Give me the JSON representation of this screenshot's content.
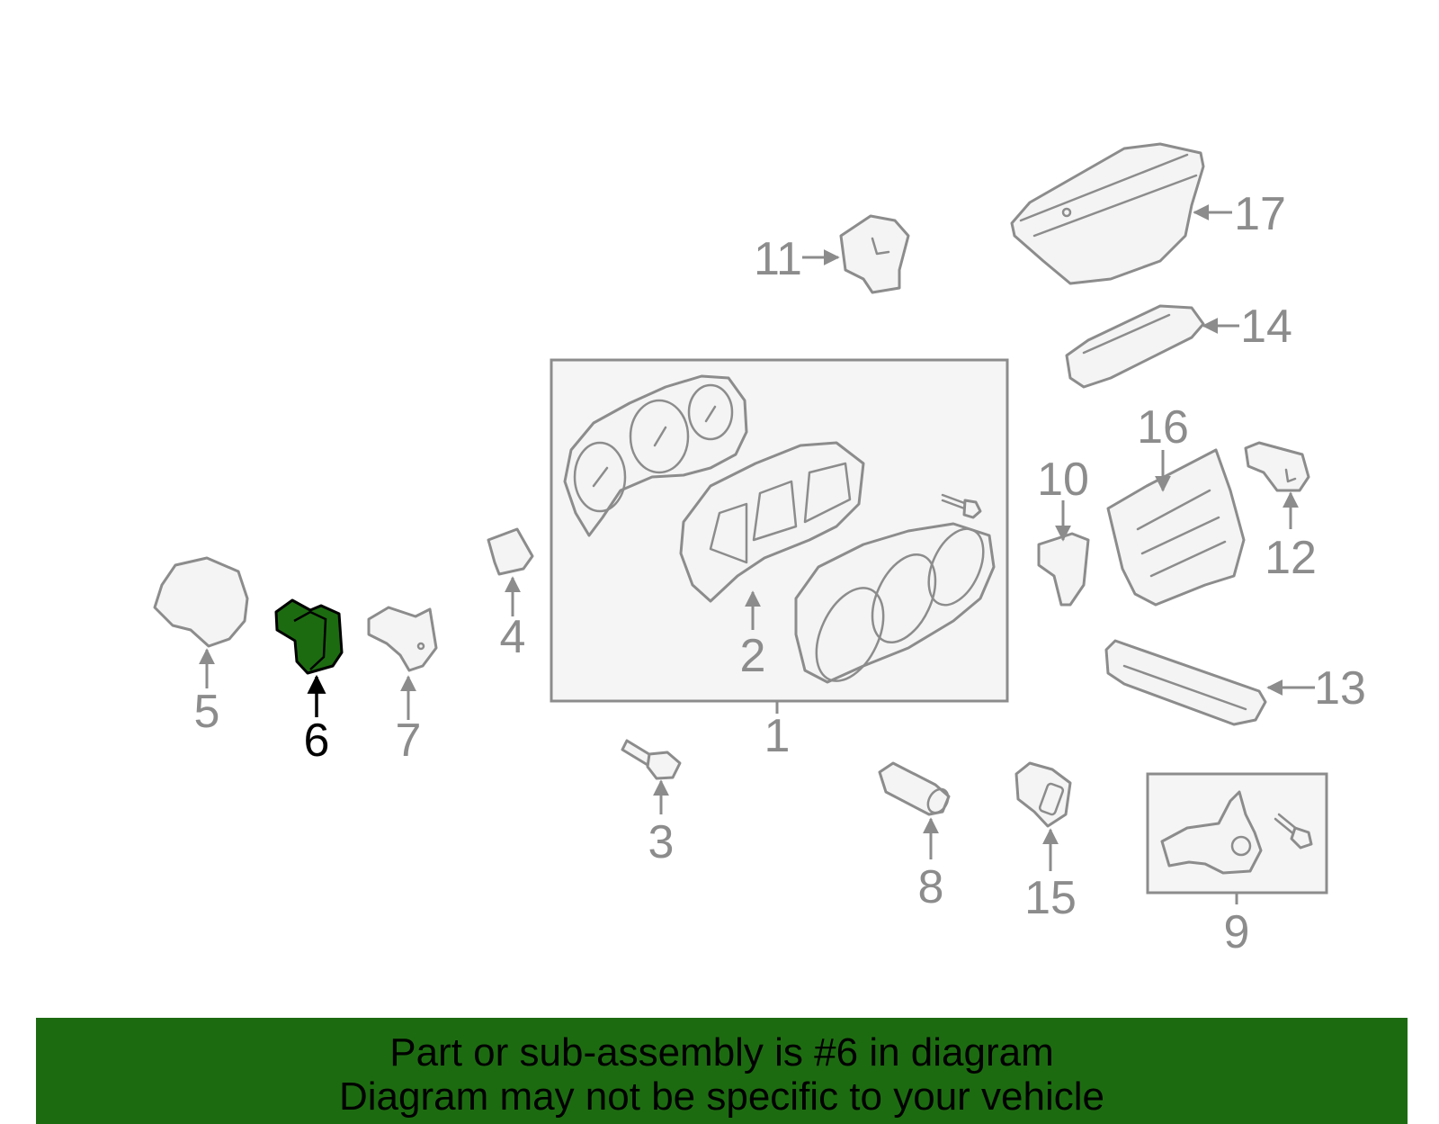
{
  "diagram": {
    "highlight_color": "#1d6b11",
    "highlighted_part": "6",
    "callouts": [
      "1",
      "2",
      "3",
      "4",
      "5",
      "6",
      "7",
      "8",
      "9",
      "10",
      "11",
      "12",
      "13",
      "14",
      "15",
      "16",
      "17"
    ]
  },
  "banner": {
    "line1": "Part or sub-assembly is #6 in diagram",
    "line2": "Diagram may not be specific to your vehicle"
  }
}
